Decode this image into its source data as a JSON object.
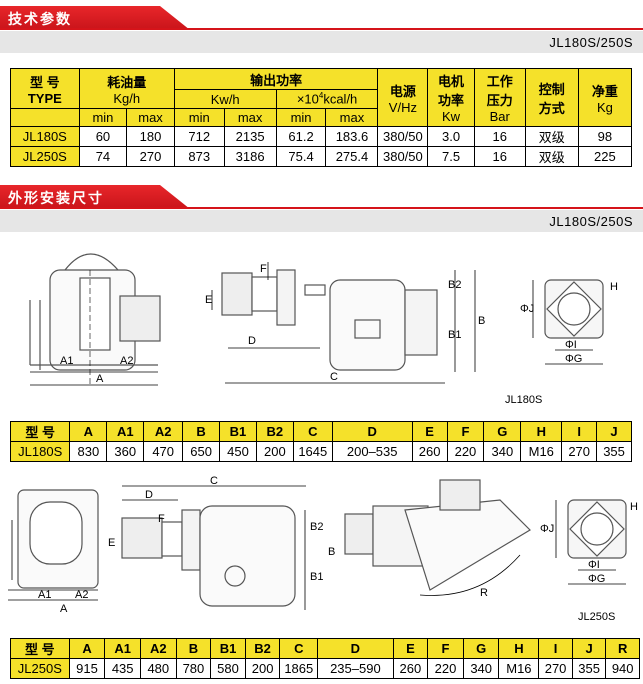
{
  "section1": {
    "title": "技术参数",
    "model_banner": "JL180S/250S"
  },
  "spec": {
    "h_model": "型 号",
    "h_type": "TYPE",
    "h_oil": "耗油量",
    "h_oil_unit": "Kg/h",
    "h_power": "输出功率",
    "h_kwh": "Kw/h",
    "h_kcal_prefix": "×10",
    "h_kcal_sup": "4",
    "h_kcal_suffix": "kcal/h",
    "h_source": "电源",
    "h_source_unit": "V/Hz",
    "h_motor1": "电机",
    "h_motor2": "功率",
    "h_motor_unit": "Kw",
    "h_work1": "工作",
    "h_work2": "压力",
    "h_work_unit": "Bar",
    "h_ctrl1": "控制",
    "h_ctrl2": "方式",
    "h_weight1": "净重",
    "h_weight_unit": "Kg",
    "min": "min",
    "max": "max",
    "rows": [
      {
        "model": "JL180S",
        "oil_min": "60",
        "oil_max": "180",
        "kw_min": "712",
        "kw_max": "2135",
        "kc_min": "61.2",
        "kc_max": "183.6",
        "src": "380/50",
        "motor": "3.0",
        "bar": "16",
        "ctrl": "双级",
        "kg": "98"
      },
      {
        "model": "JL250S",
        "oil_min": "74",
        "oil_max": "270",
        "kw_min": "873",
        "kw_max": "3186",
        "kc_min": "75.4",
        "kc_max": "275.4",
        "src": "380/50",
        "motor": "7.5",
        "bar": "16",
        "ctrl": "双级",
        "kg": "225"
      }
    ]
  },
  "section2": {
    "title": "外形安装尺寸",
    "model_banner": "JL180S/250S"
  },
  "drawings": {
    "label_180": "JL180S",
    "label_250": "JL250S",
    "letters": {
      "A": "A",
      "A1": "A1",
      "A2": "A2",
      "B": "B",
      "B1": "B1",
      "B2": "B2",
      "C": "C",
      "D": "D",
      "E": "E",
      "F": "F",
      "G": "ΦG",
      "H": "H",
      "I": "ΦI",
      "J": "ΦJ",
      "R": "R"
    }
  },
  "dim180": {
    "headers": [
      "型 号",
      "A",
      "A1",
      "A2",
      "B",
      "B1",
      "B2",
      "C",
      "D",
      "E",
      "F",
      "G",
      "H",
      "I",
      "J"
    ],
    "row": [
      "JL180S",
      "830",
      "360",
      "470",
      "650",
      "450",
      "200",
      "1645",
      "200–535",
      "260",
      "220",
      "340",
      "M16",
      "270",
      "355"
    ]
  },
  "dim250": {
    "headers": [
      "型 号",
      "A",
      "A1",
      "A2",
      "B",
      "B1",
      "B2",
      "C",
      "D",
      "E",
      "F",
      "G",
      "H",
      "I",
      "J",
      "R"
    ],
    "row": [
      "JL250S",
      "915",
      "435",
      "480",
      "780",
      "580",
      "200",
      "1865",
      "235–590",
      "260",
      "220",
      "340",
      "M16",
      "270",
      "355",
      "940"
    ]
  }
}
